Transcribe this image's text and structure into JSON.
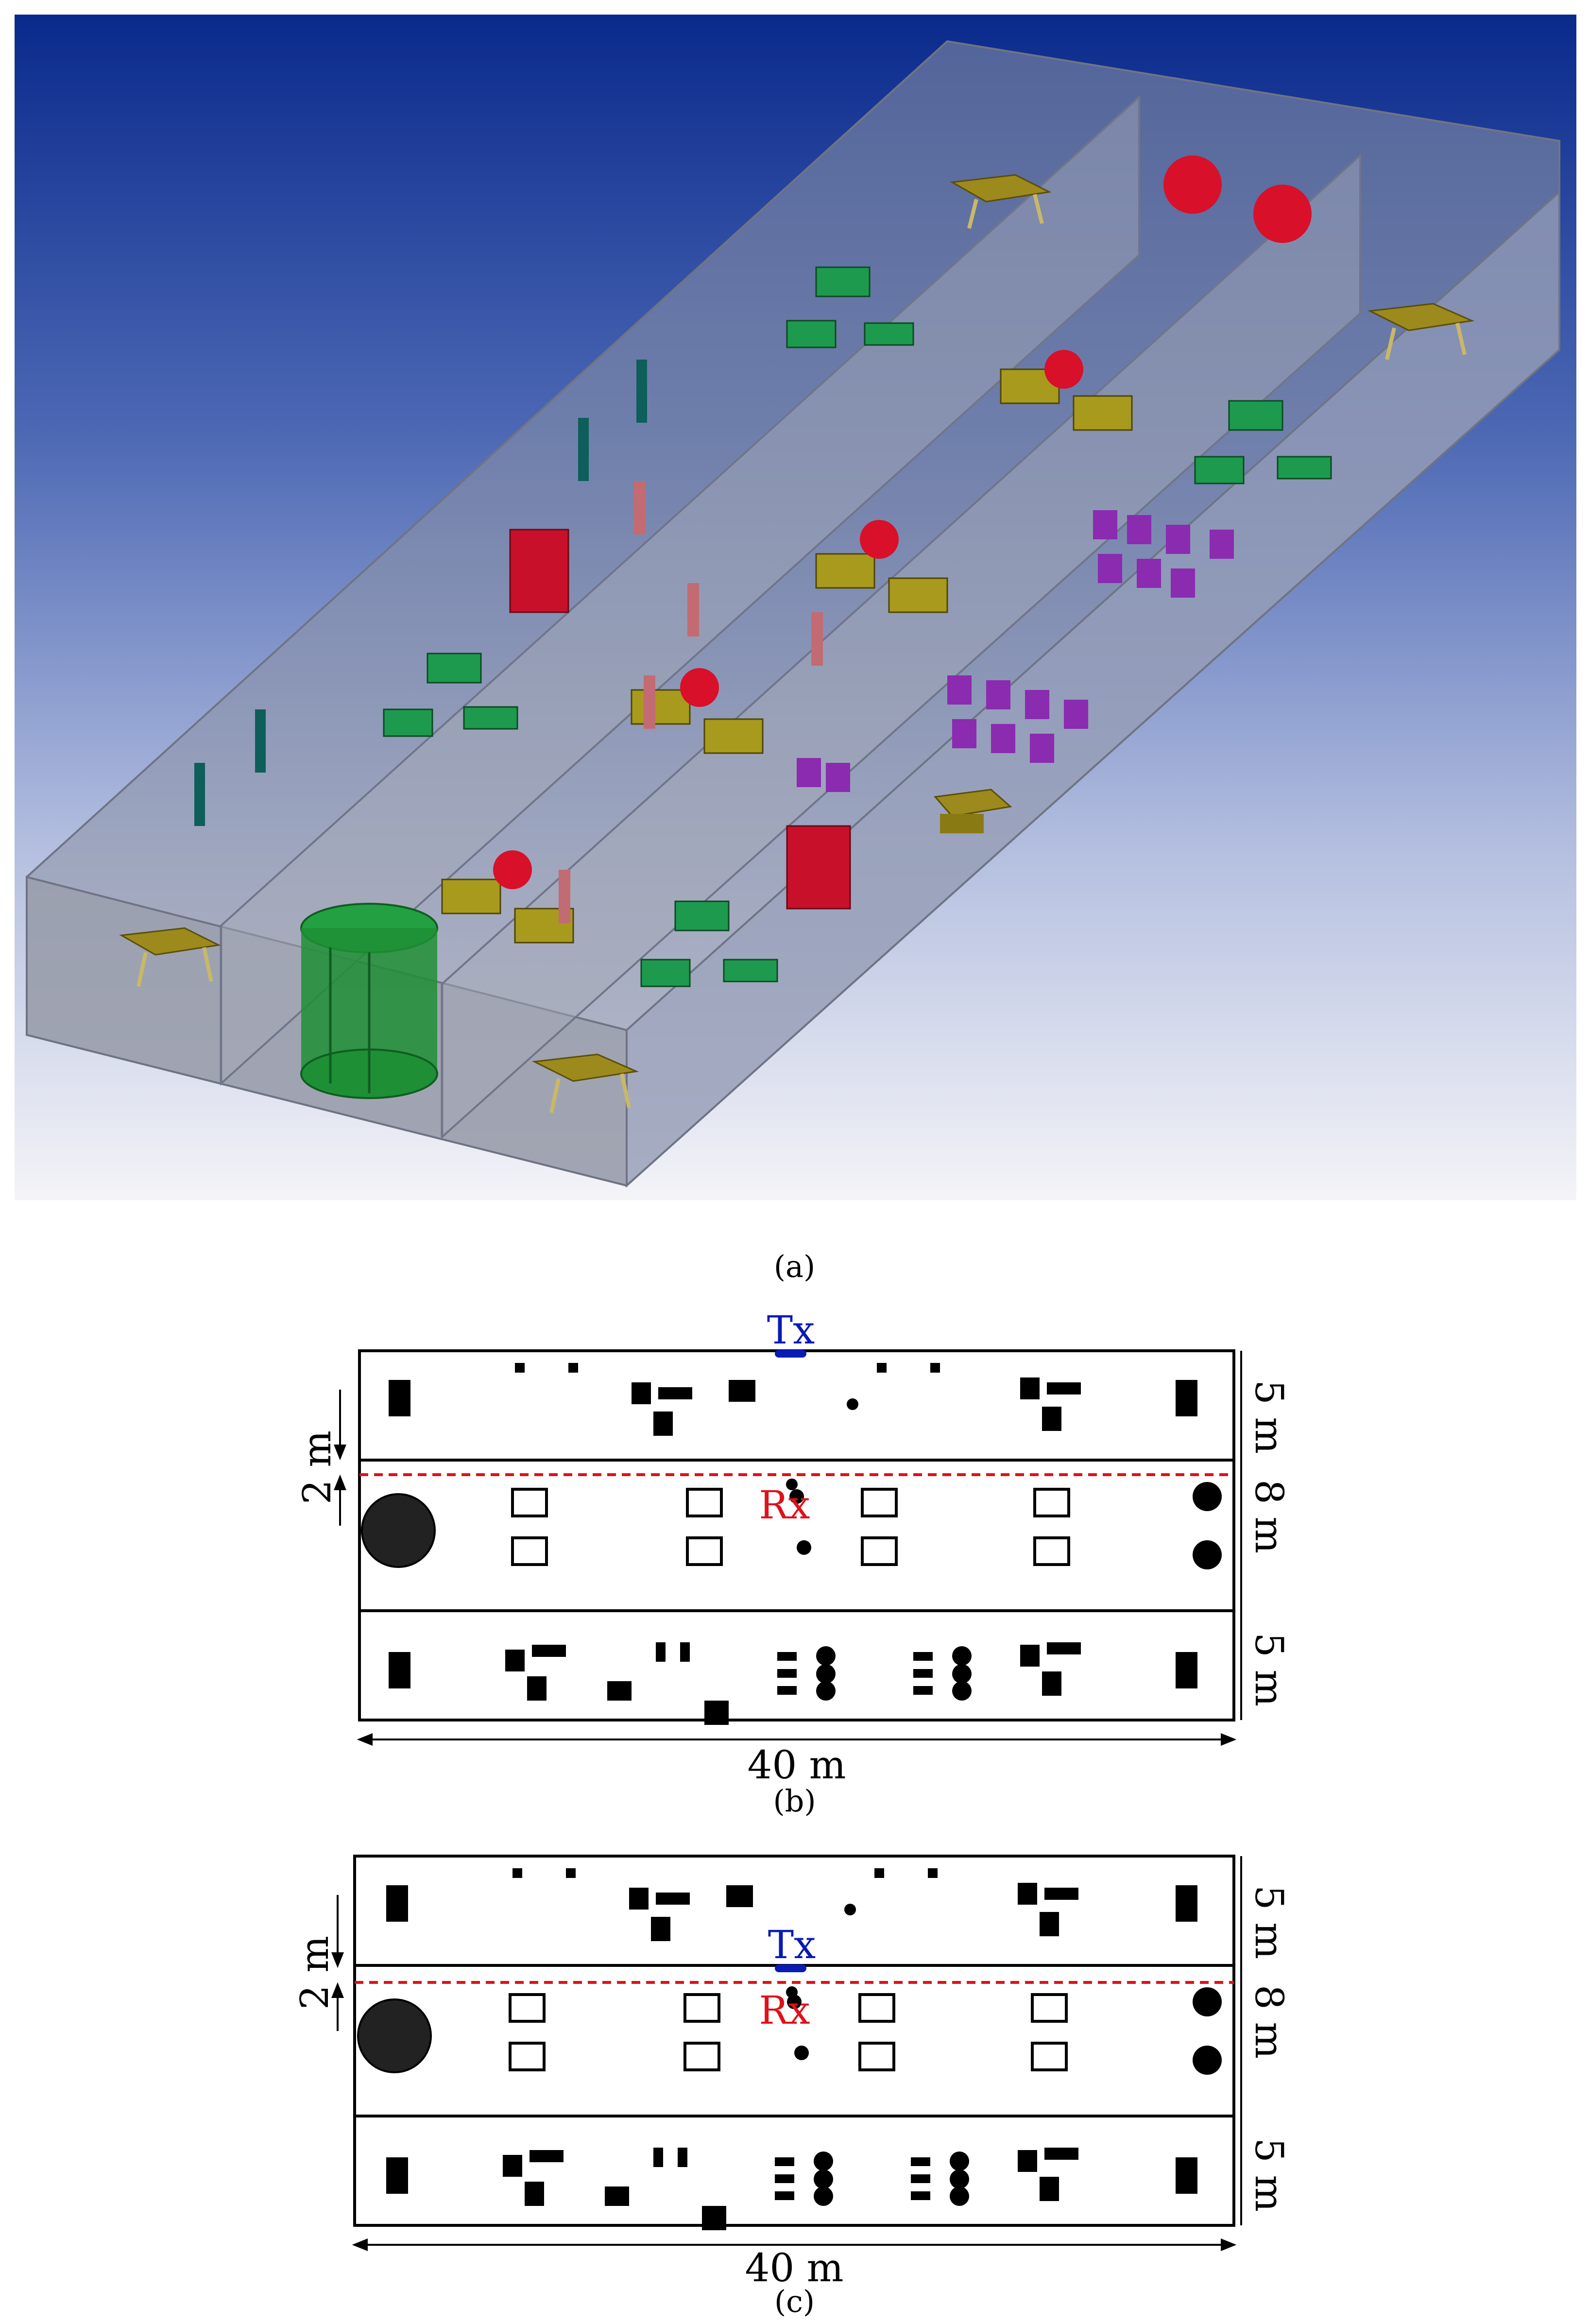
{
  "panel_a": {
    "caption": "(a)",
    "colors": {
      "sky_top": "#0a2a8c",
      "sky_bottom": "#f2f2f7",
      "building": "#8a8f9e",
      "partition": "#a7abb6",
      "table": "#8c7a1a",
      "bench": "#a89a1c",
      "workstation": "#1a8a46",
      "revolving_door": "#1e8f35",
      "plant": "#d8102a",
      "cabinet": "#c8102a",
      "clothes_rack": "#8a2bb0",
      "door": "#0e5e5a",
      "person": "#c26b72"
    }
  },
  "panel_b": {
    "caption": "(b)",
    "tx_label": "Tx",
    "rx_label": "Rx",
    "dim_top": "5 m",
    "dim_middle": "8 m",
    "dim_bottom": "5 m",
    "dim_width": "40 m",
    "dim_offset": "2 m",
    "colors": {
      "tx": "#0a1ab4",
      "rx": "#e0101a",
      "rx_line": "#e0101a"
    }
  },
  "panel_c": {
    "caption": "(c)",
    "tx_label": "Tx",
    "rx_label": "Rx",
    "dim_top": "5 m",
    "dim_middle": "8 m",
    "dim_bottom": "5 m",
    "dim_width": "40 m",
    "dim_offset": "2 m",
    "colors": {
      "tx": "#0a1ab4",
      "rx": "#e0101a",
      "rx_line": "#e0101a"
    }
  }
}
